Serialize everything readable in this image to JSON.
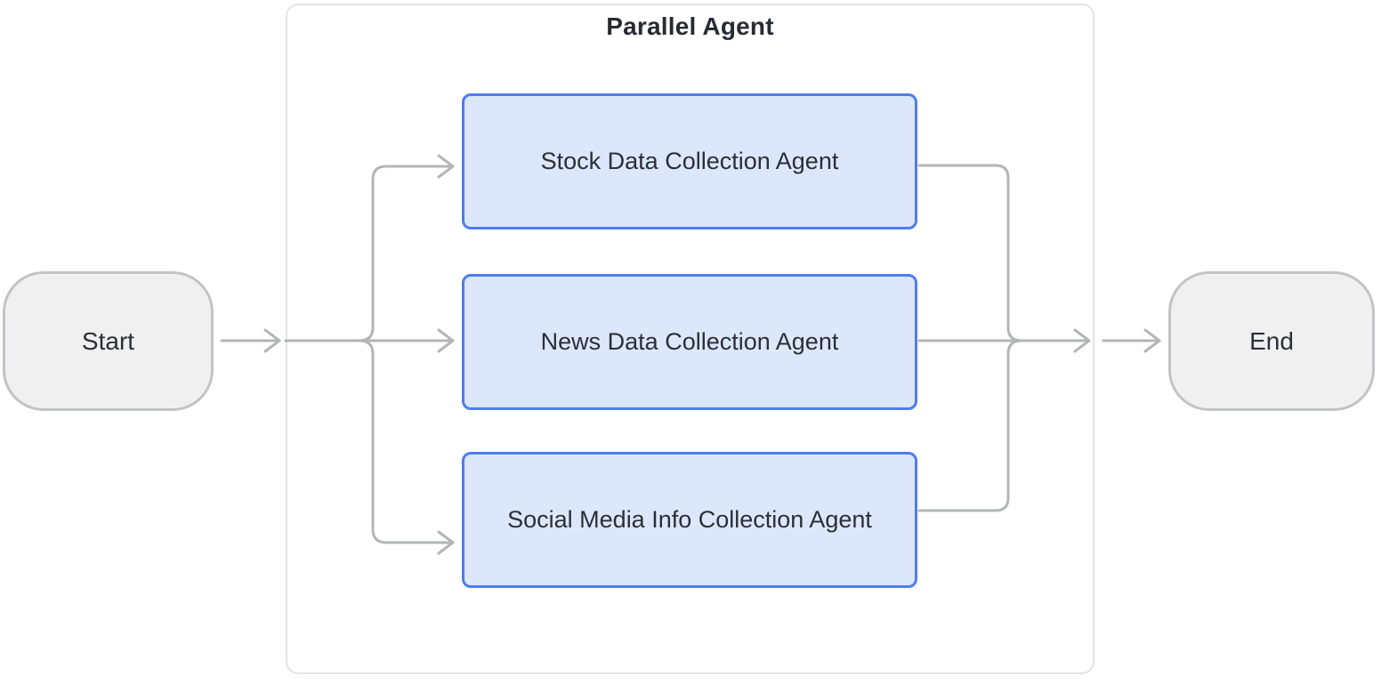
{
  "diagram": {
    "title": "Parallel Agent",
    "nodes": {
      "start": {
        "label": "Start",
        "shape": "stadium"
      },
      "end": {
        "label": "End",
        "shape": "stadium"
      }
    },
    "agents": [
      {
        "label": "Stock Data Collection Agent"
      },
      {
        "label": "News Data Collection Agent"
      },
      {
        "label": "Social Media Info Collection Agent"
      }
    ],
    "edges": [
      {
        "from": "Start",
        "to": "Parallel Agent"
      },
      {
        "from": "Parallel Agent entry",
        "to": "Stock Data Collection Agent"
      },
      {
        "from": "Parallel Agent entry",
        "to": "News Data Collection Agent"
      },
      {
        "from": "Parallel Agent entry",
        "to": "Social Media Info Collection Agent"
      },
      {
        "from": "Stock Data Collection Agent",
        "to": "Parallel Agent exit"
      },
      {
        "from": "News Data Collection Agent",
        "to": "Parallel Agent exit"
      },
      {
        "from": "Social Media Info Collection Agent",
        "to": "Parallel Agent exit"
      },
      {
        "from": "Parallel Agent",
        "to": "End"
      }
    ],
    "colors": {
      "background": "#ffffff",
      "container_border": "#e2e3e6",
      "terminal_fill": "#f0f0f1",
      "terminal_border": "#c2c3c6",
      "agent_fill": "#dde7fb",
      "agent_border": "#4d7df2",
      "edge": "#b4b5b8",
      "text": "#2a2f38",
      "title_text": "#272b33"
    }
  }
}
